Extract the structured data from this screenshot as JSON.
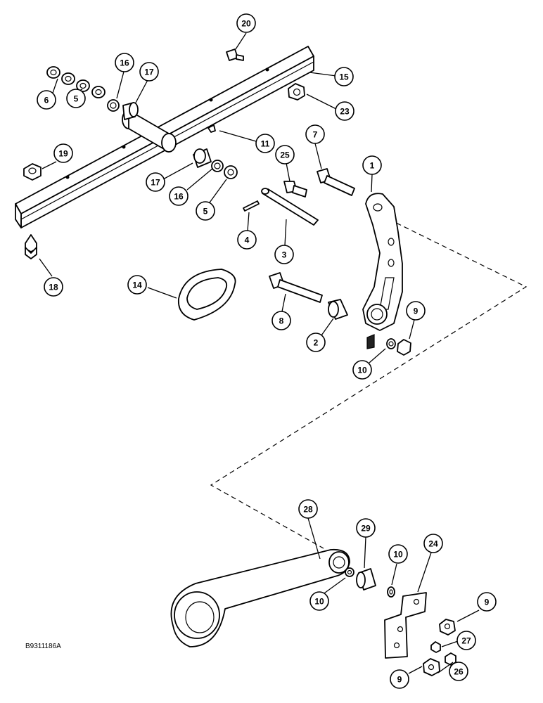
{
  "drawing_code": "B9311186A",
  "callouts": [
    {
      "id": "c1",
      "label": "1"
    },
    {
      "id": "c2",
      "label": "2"
    },
    {
      "id": "c3",
      "label": "3"
    },
    {
      "id": "c4",
      "label": "4"
    },
    {
      "id": "c5a",
      "label": "5"
    },
    {
      "id": "c5b",
      "label": "5"
    },
    {
      "id": "c6",
      "label": "6"
    },
    {
      "id": "c7",
      "label": "7"
    },
    {
      "id": "c8",
      "label": "8"
    },
    {
      "id": "c9a",
      "label": "9"
    },
    {
      "id": "c9b",
      "label": "9"
    },
    {
      "id": "c9c",
      "label": "9"
    },
    {
      "id": "c10a",
      "label": "10"
    },
    {
      "id": "c10b",
      "label": "10"
    },
    {
      "id": "c10c",
      "label": "10"
    },
    {
      "id": "c11",
      "label": "11"
    },
    {
      "id": "c14",
      "label": "14"
    },
    {
      "id": "c15",
      "label": "15"
    },
    {
      "id": "c16a",
      "label": "16"
    },
    {
      "id": "c16b",
      "label": "16"
    },
    {
      "id": "c17a",
      "label": "17"
    },
    {
      "id": "c17b",
      "label": "17"
    },
    {
      "id": "c18",
      "label": "18"
    },
    {
      "id": "c19",
      "label": "19"
    },
    {
      "id": "c20",
      "label": "20"
    },
    {
      "id": "c23",
      "label": "23"
    },
    {
      "id": "c24",
      "label": "24"
    },
    {
      "id": "c25",
      "label": "25"
    },
    {
      "id": "c26",
      "label": "26"
    },
    {
      "id": "c27",
      "label": "27"
    },
    {
      "id": "c28",
      "label": "28"
    },
    {
      "id": "c29",
      "label": "29"
    }
  ]
}
